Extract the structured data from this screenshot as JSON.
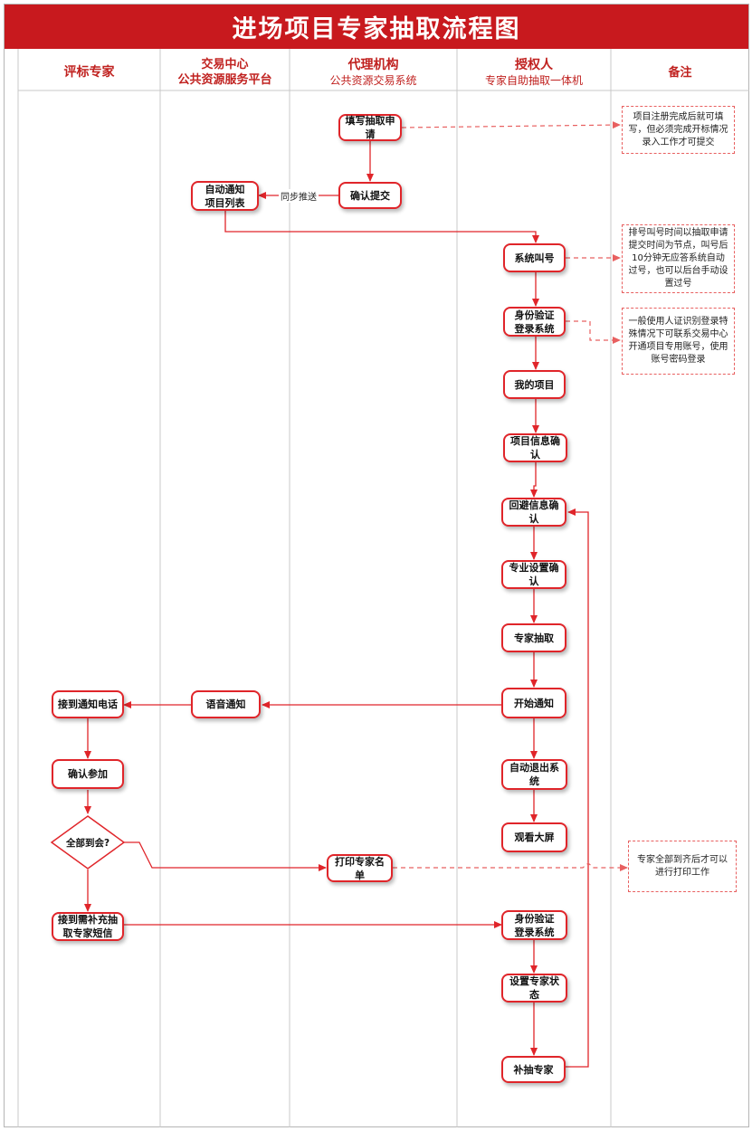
{
  "title": "进场项目专家抽取流程图",
  "lanes": [
    {
      "name": "评标专家",
      "sub": ""
    },
    {
      "name": "交易中心",
      "sub": "公共资源服务平台"
    },
    {
      "name": "代理机构",
      "sub": "公共资源交易系统"
    },
    {
      "name": "授权人",
      "sub": "专家自助抽取一体机"
    },
    {
      "name": "备注",
      "sub": ""
    }
  ],
  "nodes": {
    "fill_request": "填写抽取申请",
    "confirm_submit": "确认提交",
    "auto_notify": "自动通知\n项目列表",
    "system_call": "系统叫号",
    "id_verify": "身份验证\n登录系统",
    "my_projects": "我的项目",
    "project_info_confirm": "项目信息确认",
    "avoidance_confirm": "回避信息确认",
    "specialty_confirm": "专业设置确认",
    "expert_draw": "专家抽取",
    "start_notify": "开始通知",
    "voice_notify": "语音通知",
    "receive_call": "接到通知电话",
    "confirm_attend": "确认参加",
    "all_arrived": "全部到会?",
    "auto_exit": "自动退出系统",
    "watch_screen": "观看大屏",
    "print_list": "打印专家名单",
    "receive_sms": "接到需补充抽\n取专家短信",
    "id_verify_2": "身份验证\n登录系统",
    "set_status": "设置专家状态",
    "supplement_draw": "补抽专家"
  },
  "edge_labels": {
    "sync_push": "同步推送"
  },
  "notes": {
    "note1": "项目注册完成后就可填写，但必须完成开标情况录入工作才可提交",
    "note2": "排号叫号时间以抽取申请提交时间为节点，叫号后10分钟无应答系统自动过号，也可以后台手动设置过号",
    "note3": "一般使用人证识别登录特殊情况下可联系交易中心开通项目专用账号，使用账号密码登录",
    "note4": "专家全部到齐后才可以进行打印工作"
  },
  "colors": {
    "brand_red": "#c8191e",
    "node_border": "#e0252a",
    "arrow": "#e0252a",
    "lane_line": "#c9c9c9"
  }
}
